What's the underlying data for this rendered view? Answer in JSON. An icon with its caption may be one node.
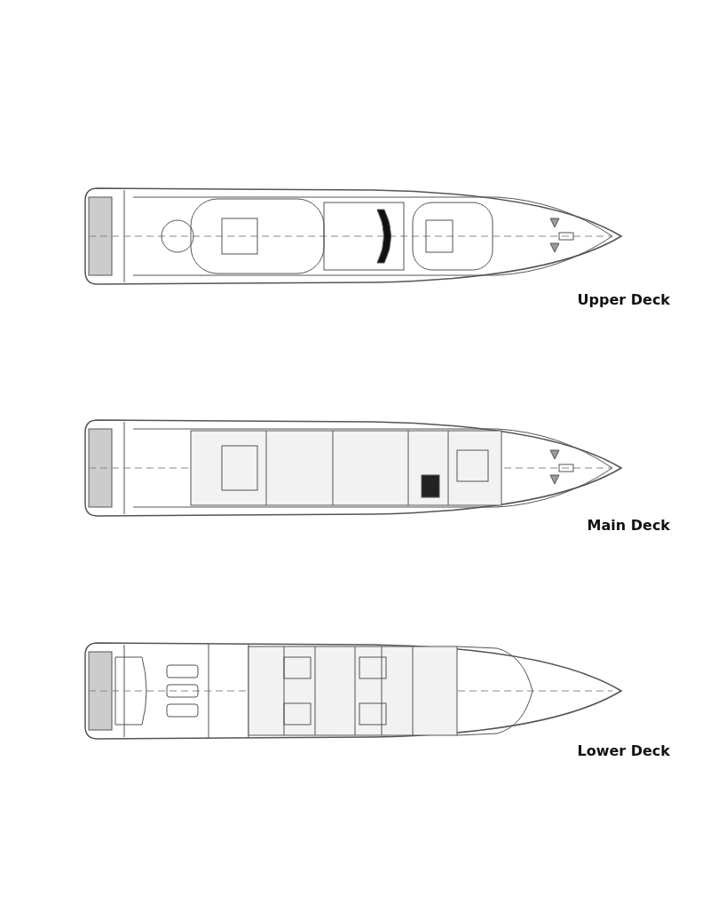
{
  "diagram": {
    "labels": [
      "Upper Deck",
      "Main Deck",
      "Lower Deck"
    ]
  }
}
